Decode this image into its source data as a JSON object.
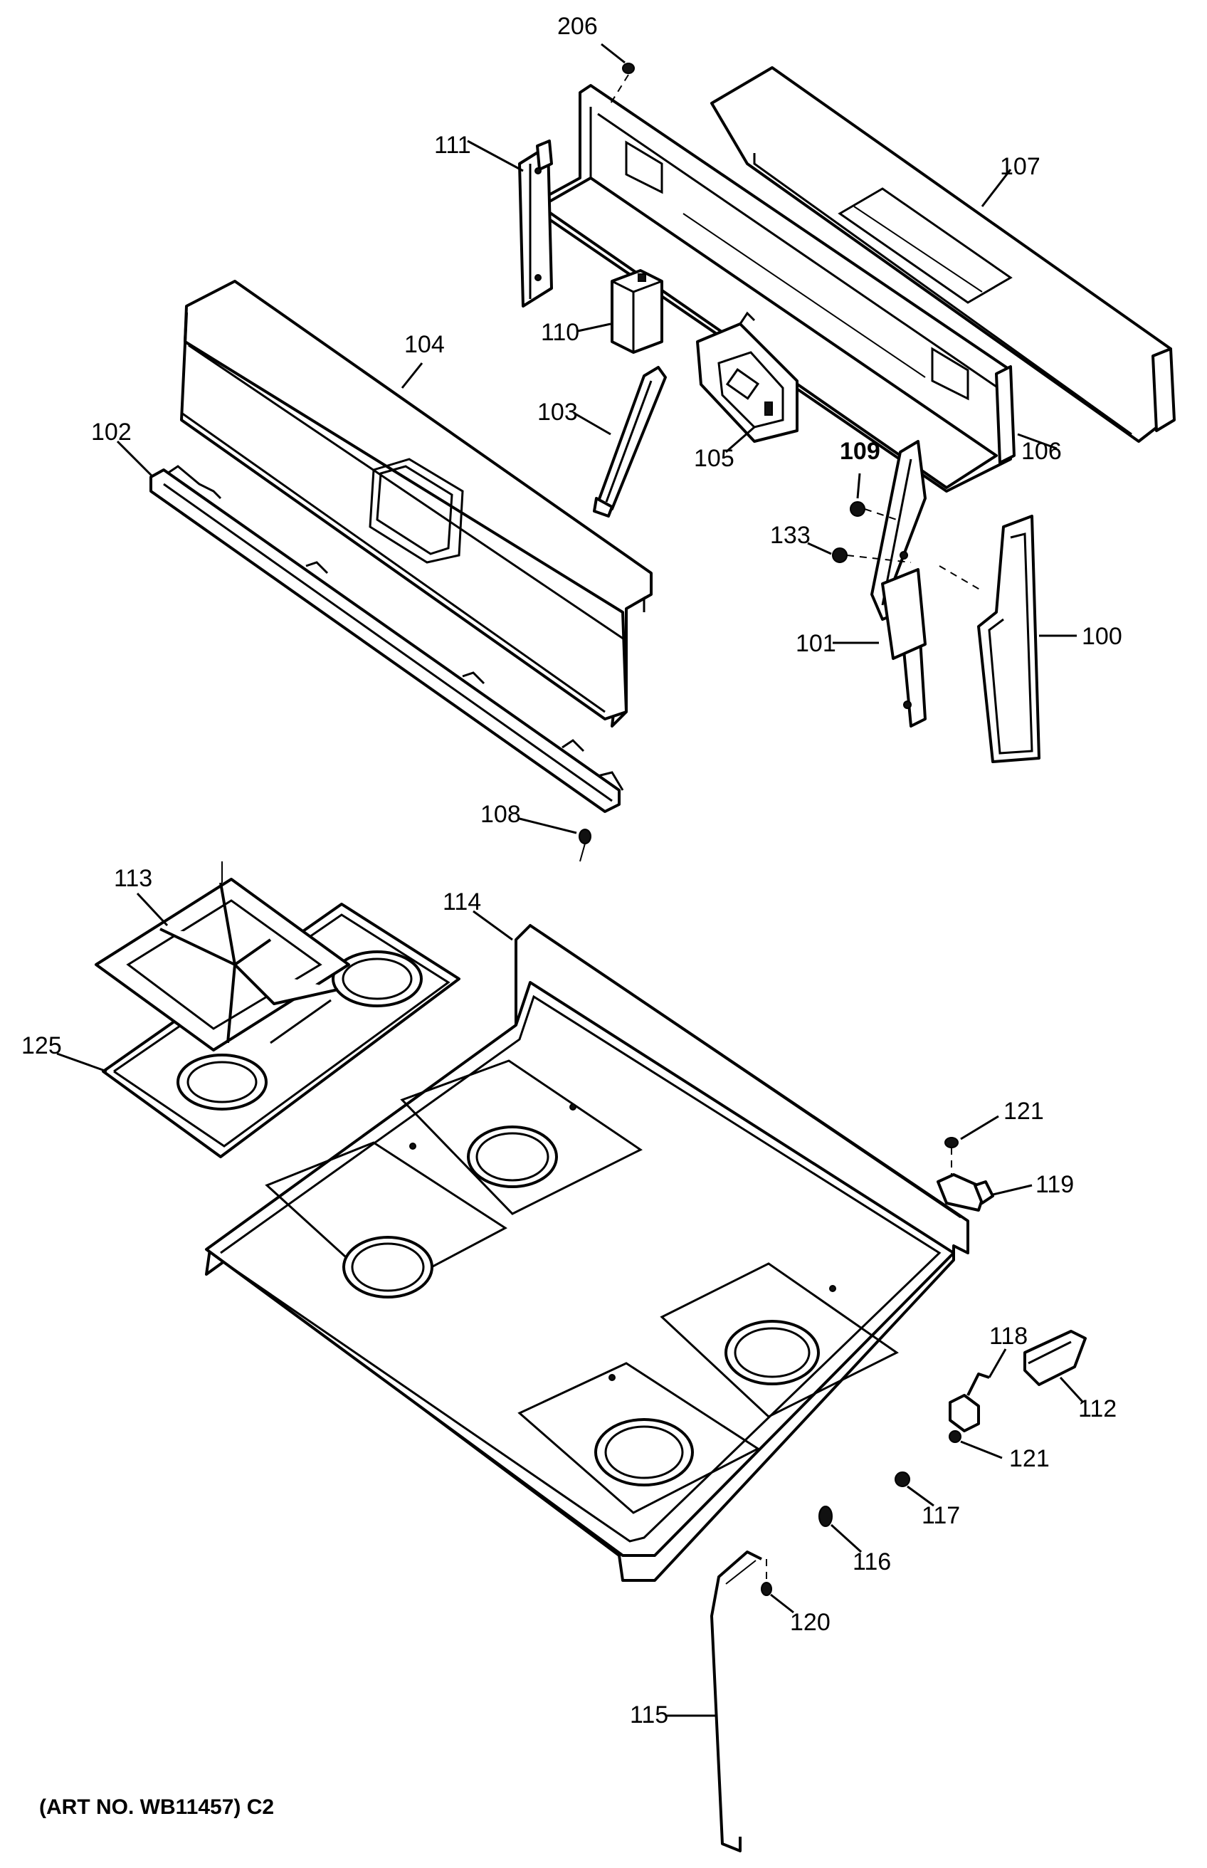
{
  "figure": {
    "caption": "(ART NO. WB11457) C2"
  },
  "callouts": {
    "p206": "206",
    "p111": "111",
    "p107": "107",
    "p110": "110",
    "p104": "104",
    "p103": "103",
    "p102": "102",
    "p105": "105",
    "p106": "106",
    "p109": "109",
    "p133": "133",
    "p101": "101",
    "p100": "100",
    "p108": "108",
    "p113": "113",
    "p114": "114",
    "p125": "125",
    "p121a": "121",
    "p119": "119",
    "p118": "118",
    "p112": "112",
    "p121b": "121",
    "p117": "117",
    "p116": "116",
    "p120": "120",
    "p115": "115"
  }
}
